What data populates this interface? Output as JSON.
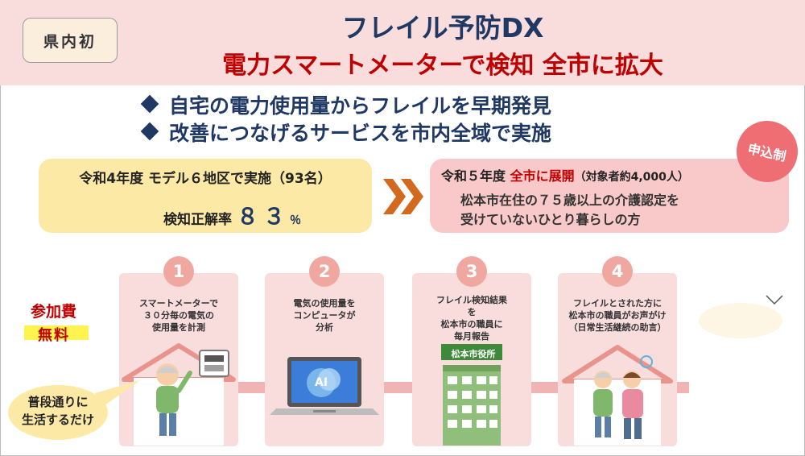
{
  "header": {
    "badge": "県内初",
    "title": "フレイル予防DX",
    "subtitle": "電力スマートメーターで検知 全市に拡大"
  },
  "bullets": [
    "自宅の電力使用量からフレイルを早期発見",
    "改善につなげるサービスを市内全域で実施"
  ],
  "model": {
    "heading": "令和4年度 モデル６地区で実施（93名）",
    "rate_label": "検知正解率",
    "rate_value": "８３",
    "rate_unit": "％"
  },
  "expansion": {
    "heading_pre": "令和５年度 ",
    "heading_red": "全市に展開",
    "heading_post": "（対象者約4,000人）",
    "line1": "松本市在住の７５歳以上の介護認定を",
    "line2": "受けていないひとり暮らしの方"
  },
  "seal": "申込制",
  "fee": {
    "label": "参加費",
    "value": "無料"
  },
  "bubble": {
    "line1": "普段通りに",
    "line2": "生活するだけ"
  },
  "steps": [
    {
      "num": "1",
      "lines": [
        "スマートメーターで",
        "３０分毎の電気の",
        "使用量を計測"
      ]
    },
    {
      "num": "2",
      "lines": [
        "電気の使用量を",
        "コンピュータが",
        "分析"
      ],
      "screen": "AI"
    },
    {
      "num": "3",
      "lines": [
        "フレイル検知結果",
        "を",
        "松本市の職員に",
        "毎月報告"
      ],
      "sign": "松本市役所"
    },
    {
      "num": "4",
      "lines": [
        "フレイルとされた方に",
        "松本市の職員がお声がけ",
        "（日常生活継続の助言）"
      ]
    }
  ],
  "colors": {
    "navy": "#1f3864",
    "red": "#c00000",
    "header_bg": "#f9dcdc",
    "yellow_box": "#fde9a6",
    "pink_box": "#f9c9c9",
    "arrow": "#d2691e",
    "step_circle": "#f0a7a0"
  }
}
